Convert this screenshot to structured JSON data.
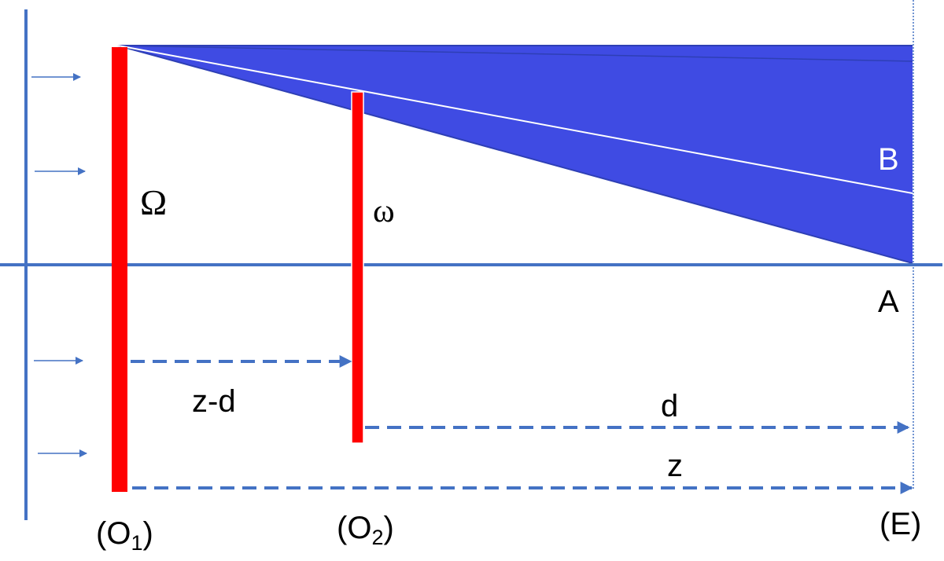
{
  "colors": {
    "axis": "#4472C4",
    "screen": "#FF0000",
    "shadow": "#3F4BE3",
    "shadow_edge": "#2E3FB5",
    "inner_line": "#FFFFFF",
    "text": "#000000",
    "text_on_shadow": "#FFFFFF"
  },
  "labels": {
    "omega_upper": "Ω",
    "omega_lower": "ω",
    "point_b": "B",
    "point_a": "A",
    "dist_z_minus_d": "z-d",
    "dist_d": "d",
    "dist_z": "z",
    "plane_o1": "(O",
    "plane_o1_sub": "1",
    "plane_o1_close": ")",
    "plane_o2": "(O",
    "plane_o2_sub": "2",
    "plane_o2_close": ")",
    "plane_e": "(E)"
  }
}
